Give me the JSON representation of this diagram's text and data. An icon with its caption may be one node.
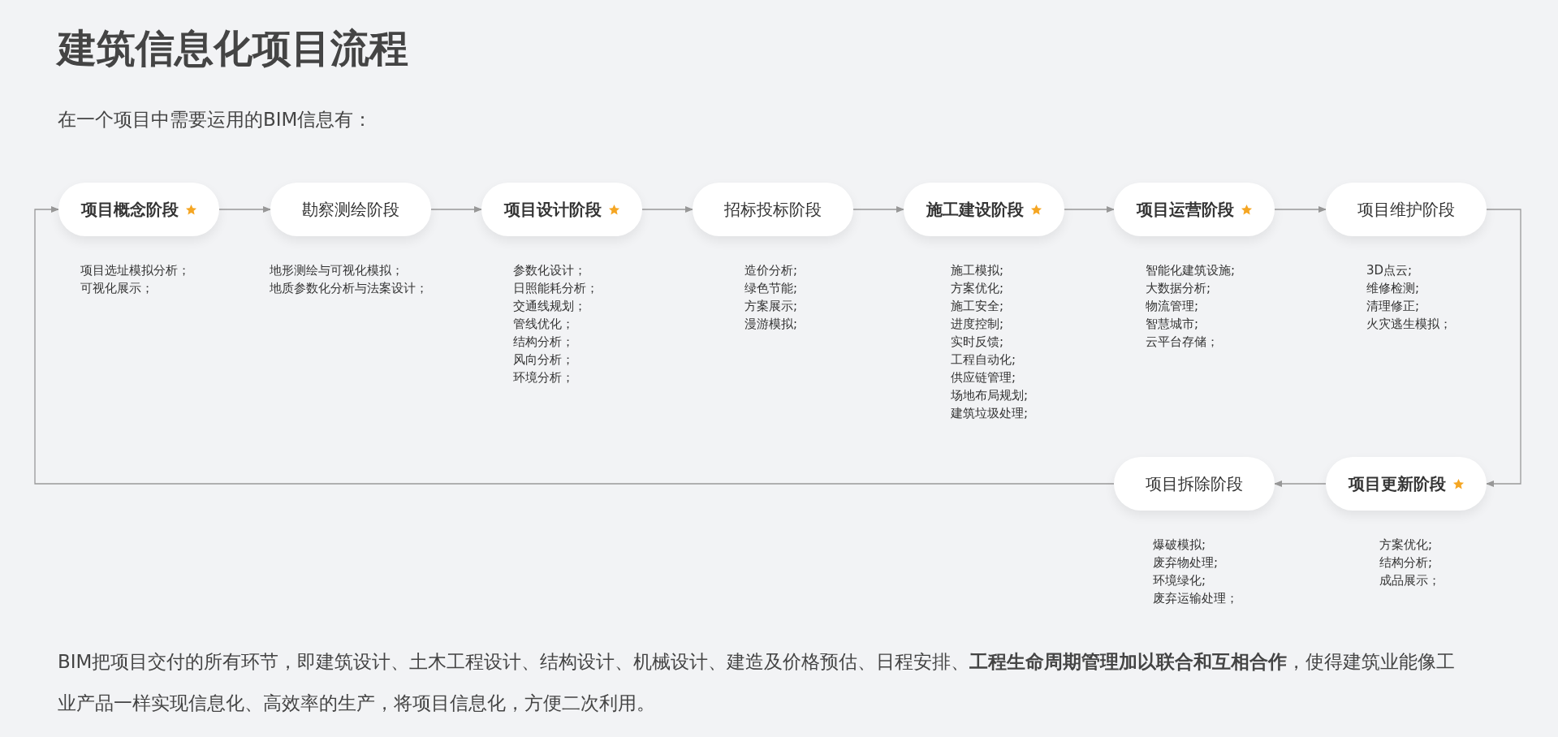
{
  "diagram": {
    "title": "建筑信息化项目流程",
    "nodes": [
      {
        "text": [
          "项目概念阶段"
        ],
        "beside": [
          "项目选址模拟分析；",
          "可视化展示；"
        ]
      },
      {
        "text": [
          "勘察测绘阶段"
        ],
        "beside": [
          "地形测绘与可视化模拟；",
          "地质参数化分析与法案设计；"
        ]
      },
      {
        "text": [
          "项目设计阶段"
        ],
        "beside": [
          "参数化设计；",
          "日照能耗分析；",
          "交通线规划；",
          "管线优化；",
          "结构分析；",
          "风向分析；",
          "环境分析；"
        ]
      },
      {
        "text": [
          "招标投标阶段"
        ],
        "beside": [
          "造价分析;",
          "绿色节能;",
          "方案展示;",
          "漫游模拟;"
        ]
      },
      {
        "text": [
          "施工建设阶段"
        ],
        "beside": [
          "施工模拟;",
          "方案优化;",
          "施工安全;",
          "进度控制;",
          "实时反馈;",
          "工程自动化;",
          "供应链管理;",
          "场地布局规划;",
          "建筑垃圾处理;"
        ]
      },
      {
        "text": [
          "项目运营阶段"
        ],
        "beside": [
          "智能化建筑设施;",
          "大数据分析;",
          "物流管理;",
          "智慧城市;",
          "云平台存储；"
        ]
      },
      {
        "text": [
          "项目维护阶段"
        ],
        "beside": [
          "3D点云;",
          "维修检测;",
          "清理修正;",
          "火灾逃生模拟；"
        ]
      },
      {
        "text": [
          "项目拆除阶段"
        ],
        "beside": [
          "爆破模拟;",
          "废弃物处理;",
          "环境绿化;",
          "废弃运输处理；"
        ]
      },
      {
        "text": [
          "项目更新阶段"
        ],
        "beside": [
          "方案优化;",
          "结构分析;",
          "成品展示；"
        ]
      }
    ],
    "edges": [
      {
        "from": 0,
        "to": 1,
        "arrow": "to"
      },
      {
        "from": 1,
        "to": 2,
        "arrow": "to"
      },
      {
        "from": 2,
        "to": 3,
        "arrow": "to"
      },
      {
        "from": 3,
        "to": 4,
        "arrow": "to"
      },
      {
        "from": 4,
        "to": 5,
        "arrow": "to"
      },
      {
        "from": 5,
        "to": 6,
        "arrow": "to"
      },
      {
        "from": 6,
        "to": 8,
        "arrow": "to"
      },
      {
        "from": 8,
        "to": 7,
        "arrow": "to"
      },
      {
        "from": 7,
        "to": 0,
        "arrow": "to"
      }
    ],
    "labels": [
      "在一个项目中需要运用的BIM信息有：",
      "BIM把项目交付的所有环节，即建筑设计、土木工程设计、结构设计、机械设计、建造及价格预估、日程安排、**工程生命周期管理加以联合和互相合作**，使得建筑业能像工业产品一样实现信息化、高效率的生产，将项目信息化，方便二次利用。"
    ]
  }
}
